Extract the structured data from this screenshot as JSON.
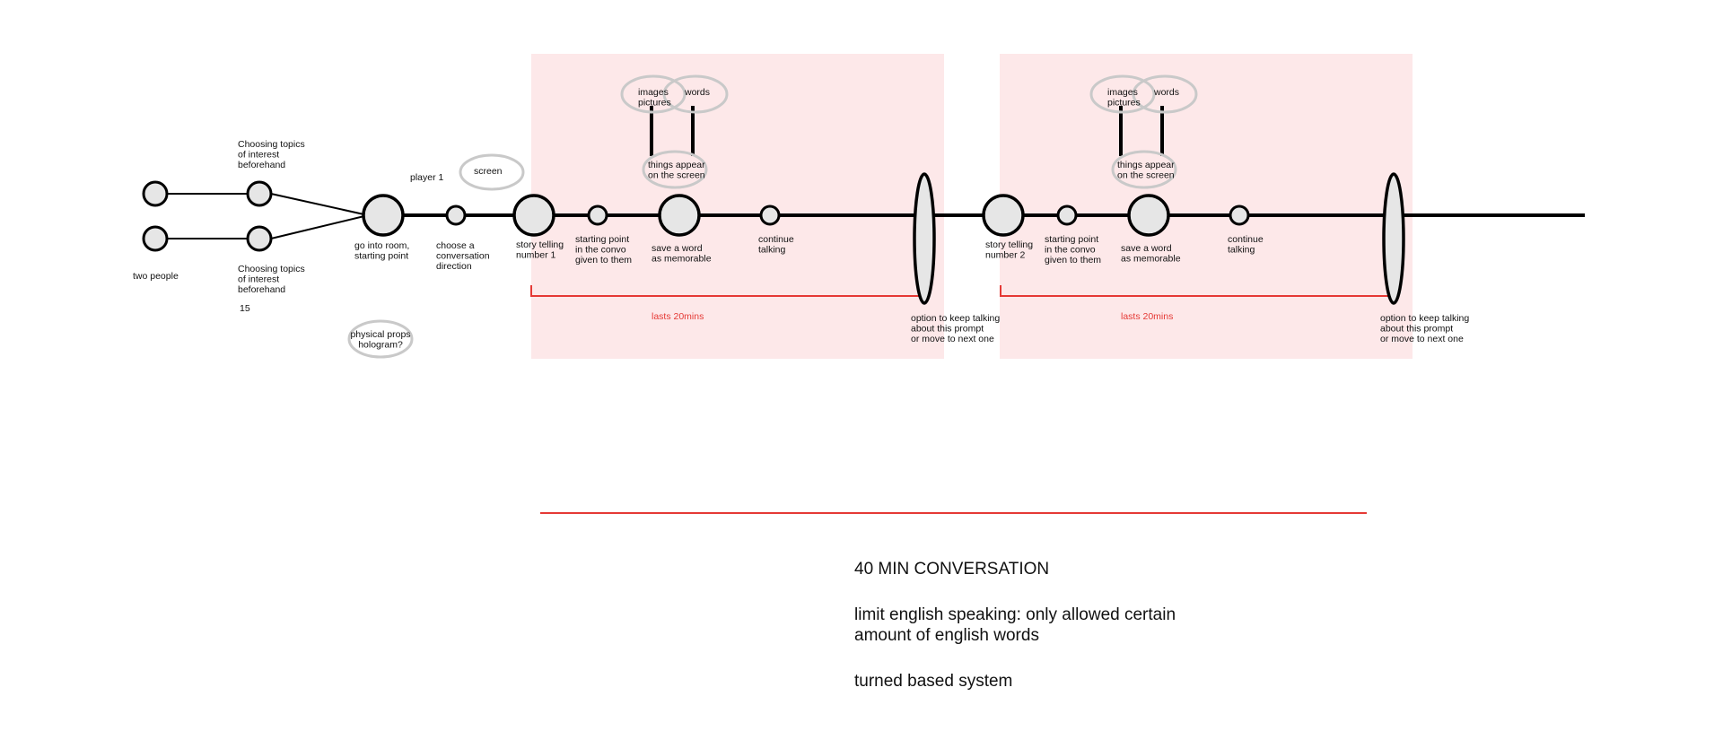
{
  "diagram": {
    "labels": {
      "two_people": "two people",
      "topics_top": "Choosing topics\nof interest\nbeforehand",
      "topics_bottom": "Choosing topics\nof interest\nbeforehand",
      "fifteen": "15",
      "player1": "player 1",
      "screen": "screen",
      "physical_props": "physical props\nhologram?",
      "go_into_room": "go into room,\nstarting point",
      "choose_direction": "choose a\nconversation\ndirection",
      "section1": {
        "images": "images\npictures",
        "words": "words",
        "things_appear": "things appear\non the screen",
        "story": "story telling\nnumber 1",
        "starting_point": "starting point\nin the convo\ngiven to them",
        "save_word": "save a word\nas memorable",
        "continue": "continue\ntalking",
        "lasts": "lasts 20mins",
        "option": "option to keep talking\nabout this prompt\nor move to next one"
      },
      "section2": {
        "images": "images\npictures",
        "words": "words",
        "things_appear": "things appear\non the screen",
        "story": "story telling\nnumber 2",
        "starting_point": "starting point\nin the convo\ngiven to them",
        "save_word": "save a word\nas memorable",
        "continue": "continue\ntalking",
        "lasts": "lasts 20mins",
        "option": "option to keep talking\nabout this prompt\nor move to next one"
      }
    },
    "colors": {
      "timeline": "#000000",
      "node_fill": "#e6e6e6",
      "highlight_bg": "#fde8e9",
      "accent_red": "#e53935",
      "annotation_stroke": "#c9c9c9"
    }
  },
  "notes": {
    "heading": "40 MIN CONVERSATION",
    "limit": "limit english speaking: only allowed certain\namount of english words",
    "turn": "turned based system"
  }
}
